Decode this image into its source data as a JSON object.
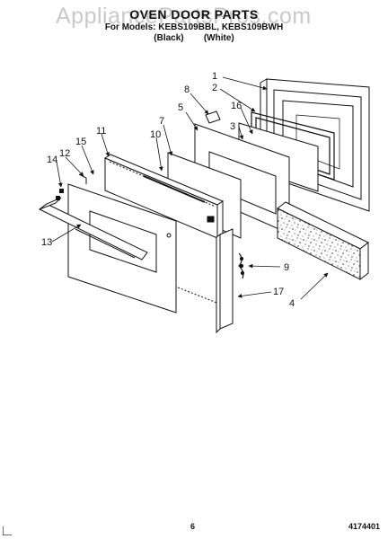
{
  "header": {
    "watermark": "AppliancePartsPros.com",
    "title": "OVEN DOOR PARTS",
    "models": "For Models: KEBS109BBL, KEBS109BWH",
    "variants": "(Black)        (White)"
  },
  "callouts": [
    "1",
    "2",
    "3",
    "4",
    "5",
    "7",
    "8",
    "9",
    "10",
    "11",
    "12",
    "13",
    "14",
    "15",
    "16",
    "17"
  ],
  "footer": {
    "page": "6",
    "doc_number": "4174401"
  }
}
